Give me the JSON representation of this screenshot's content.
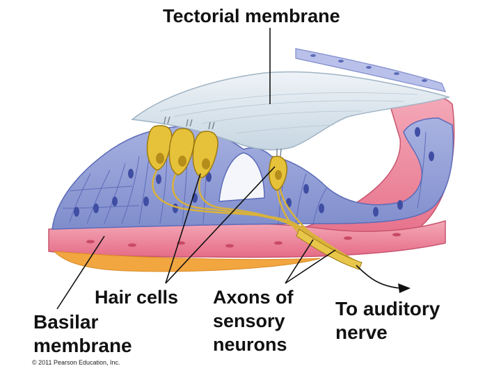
{
  "labels": {
    "tectorial_membrane": "Tectorial membrane",
    "hair_cells": "Hair cells",
    "axons_line1": "Axons of",
    "axons_line2": "sensory",
    "axons_line3": "neurons",
    "auditory_line1": "To auditory",
    "auditory_line2": "nerve",
    "basilar_line1": "Basilar",
    "basilar_line2": "membrane"
  },
  "copyright": "© 2011 Pearson Education, Inc.",
  "colors": {
    "epithelium": "#8e9bd6",
    "epithelium_dark": "#5d6bb8",
    "nucleus": "#3f4ea3",
    "tectorial": "#dde8ef",
    "tectorial_edge": "#9fb3c4",
    "basilar_pink": "#e8788f",
    "basilar_light": "#f6b6c2",
    "basilar_orange": "#f2a640",
    "hair_cell": "#e6c23a",
    "hair_cell_dark": "#9c7a12",
    "axon": "#d9b23a",
    "leader_line": "#111111"
  }
}
